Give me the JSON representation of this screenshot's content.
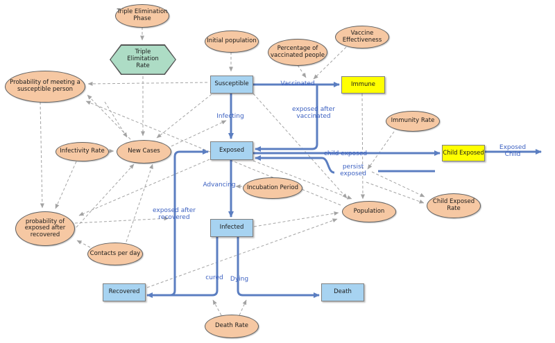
{
  "diagram_type": "stock-and-flow epidemiological model",
  "colors": {
    "variable_ellipse_fill": "#F6C8A3",
    "rate_hexagon_fill": "#ADDCC5",
    "stock_rect_fill": "#A7D3F1",
    "highlight_rect_fill": "#FFFF00",
    "flow_pipe_blue": "#5B7EC1",
    "flow_label_blue": "#3A5FC0",
    "dependency_gray": "#A3A3A3"
  },
  "nodes": {
    "triple_elimination_phase": {
      "label": "Triple Elimination\nPhase",
      "shape": "ellipse"
    },
    "triple_elimitation_rate": {
      "label": "Triple\nElimitation\nRate",
      "shape": "hexagon"
    },
    "initial_population": {
      "label": "Initial population",
      "shape": "ellipse"
    },
    "percentage_vaccinated": {
      "label": "Percentage of\nvaccinated people",
      "shape": "ellipse"
    },
    "vaccine_effectiveness": {
      "label": "Vaccine\nEffectiveness",
      "shape": "ellipse"
    },
    "probability_meeting": {
      "label": "Probability of meeting a\nsusceptible person",
      "shape": "ellipse"
    },
    "infectivity_rate": {
      "label": "Infectivity Rate",
      "shape": "ellipse"
    },
    "new_cases": {
      "label": "New Cases",
      "shape": "ellipse"
    },
    "susceptible": {
      "label": "Susceptible",
      "shape": "stock"
    },
    "immune": {
      "label": "Immune",
      "shape": "highlight"
    },
    "immunity_rate": {
      "label": "Immunity Rate",
      "shape": "ellipse"
    },
    "exposed": {
      "label": "Exposed",
      "shape": "stock"
    },
    "child_exposed": {
      "label": "Child Exposed",
      "shape": "highlight"
    },
    "incubation_period": {
      "label": "Incubation Period",
      "shape": "ellipse"
    },
    "population": {
      "label": "Population",
      "shape": "ellipse"
    },
    "child_exposed_rate": {
      "label": "Child Exposed\nRate",
      "shape": "ellipse"
    },
    "prob_exposed_recovered": {
      "label": "probability of\nexposed after\nrecovered",
      "shape": "ellipse"
    },
    "contacts_per_day": {
      "label": "Contacts per day",
      "shape": "ellipse"
    },
    "infected": {
      "label": "Infected",
      "shape": "stock"
    },
    "recovered": {
      "label": "Recovered",
      "shape": "stock"
    },
    "death": {
      "label": "Death",
      "shape": "stock"
    },
    "death_rate": {
      "label": "Death Rate",
      "shape": "ellipse"
    }
  },
  "flow_labels": {
    "vaccinated": "Vaccinated",
    "infecting": "Infecting",
    "exposed_after_vaccinated": "exposed after\nvaccinated",
    "child_exposed": "child exposed",
    "persist_exposed": "persist\nexposed",
    "advancing": "Advancing",
    "exposed_after_recovered": "exposed after\nrecovered",
    "cured": "cured",
    "dying": "Dying",
    "exposed_child": "Exposed Child"
  },
  "flows": [
    {
      "from": "susceptible",
      "to": "immune",
      "label": "Vaccinated"
    },
    {
      "from": "susceptible",
      "to": "exposed",
      "label": "Infecting"
    },
    {
      "from": "immune_branch",
      "to": "exposed",
      "label": "exposed after vaccinated"
    },
    {
      "from": "exposed",
      "to": "child_exposed",
      "label": "child exposed"
    },
    {
      "from": "child_exposed",
      "to": "exposed",
      "label": "persist exposed"
    },
    {
      "from": "exposed",
      "to": "infected",
      "label": "Advancing"
    },
    {
      "from": "infected",
      "to": "recovered",
      "label": "cured"
    },
    {
      "from": "infected",
      "to": "death",
      "label": "Dying"
    },
    {
      "from": "recovered",
      "to": "exposed",
      "label": "exposed after recovered"
    },
    {
      "from": "child_exposed",
      "to": "out",
      "label": "Exposed Child"
    }
  ],
  "dependency_links": [
    [
      "triple_elimination_phase",
      "triple_elimitation_rate"
    ],
    [
      "triple_elimitation_rate",
      "new_cases"
    ],
    [
      "initial_population",
      "susceptible"
    ],
    [
      "percentage_vaccinated",
      "vaccinated_flow"
    ],
    [
      "vaccine_effectiveness",
      "vaccinated_flow"
    ],
    [
      "susceptible",
      "probability_meeting"
    ],
    [
      "probability_meeting",
      "new_cases"
    ],
    [
      "infectivity_rate",
      "new_cases"
    ],
    [
      "prob_exposed_recovered",
      "new_cases"
    ],
    [
      "contacts_per_day",
      "new_cases"
    ],
    [
      "prob_exposed_recovered",
      "exposed_after_recovered_flow"
    ],
    [
      "contacts_per_day",
      "prob_exposed_recovered"
    ],
    [
      "infectivity_rate",
      "prob_exposed_recovered"
    ],
    [
      "probability_meeting",
      "prob_exposed_recovered"
    ],
    [
      "new_cases",
      "probability_meeting"
    ],
    [
      "population",
      "probability_meeting"
    ],
    [
      "susceptible",
      "new_cases"
    ],
    [
      "new_cases",
      "infecting_flow"
    ],
    [
      "exposed",
      "population"
    ],
    [
      "susceptible",
      "population"
    ],
    [
      "infected",
      "population"
    ],
    [
      "recovered",
      "population"
    ],
    [
      "immune",
      "population"
    ],
    [
      "immunity_rate",
      "persist_exposed_flow"
    ],
    [
      "persist_exposed_flow",
      "child_exposed_rate"
    ],
    [
      "population",
      "child_exposed_rate"
    ],
    [
      "death_rate",
      "cured_flow"
    ],
    [
      "death_rate",
      "dying_flow"
    ],
    [
      "incubation_period",
      "advancing_flow"
    ],
    [
      "exposed",
      "prob_exposed_recovered"
    ]
  ]
}
